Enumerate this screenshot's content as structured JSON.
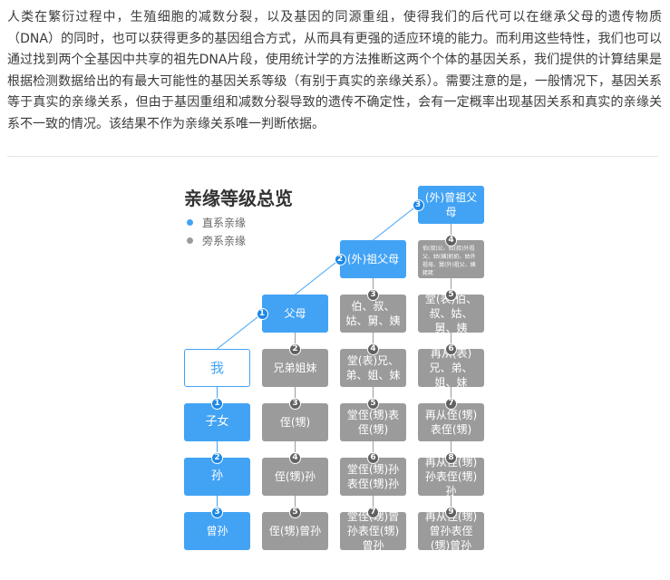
{
  "intro": {
    "text": "人类在繁衍过程中，生殖细胞的减数分裂，以及基因的同源重组，使得我们的后代可以在继承父母的遗传物质（DNA）的同时，也可以获得更多的基因组合方式，从而具有更强的适应环境的能力。而利用这些特性，我们也可以通过找到两个全基因中共享的祖先DNA片段，使用统计学的方法推断这两个个体的基因关系，我们提供的计算结果是根据检测数据给出的有最大可能性的基因关系等级（有别于真实的亲缘关系）。需要注意的是，一般情况下，基因关系等于真实的亲缘关系，但由于基因重组和减数分裂导致的遗传不确定性，会有一定概率出现基因关系和真实的亲缘关系不一致的情况。该结果不作为亲缘关系唯一判断依据。"
  },
  "diagram": {
    "title": "亲缘等级总览",
    "legend": [
      {
        "label": "直系亲缘",
        "color": "#42a3f5"
      },
      {
        "label": "旁系亲缘",
        "color": "#9b9b9b"
      }
    ],
    "colors": {
      "direct": "#42a3f5",
      "collateral": "#9b9b9b"
    },
    "columns": [
      {
        "nodes": [
          {
            "label": "我",
            "kind": "self",
            "badge": ""
          },
          {
            "label": "子女",
            "kind": "direct",
            "badge": "1"
          },
          {
            "label": "孙",
            "kind": "direct",
            "badge": "2"
          },
          {
            "label": "曾孙",
            "kind": "direct",
            "badge": "3"
          }
        ]
      },
      {
        "nodes": [
          {
            "label": "父母",
            "kind": "direct",
            "badge": "1"
          },
          {
            "label": "兄弟姐妹",
            "kind": "collateral",
            "badge": "2"
          },
          {
            "label": "侄(甥)",
            "kind": "collateral",
            "badge": "3"
          },
          {
            "label": "侄(甥)孙",
            "kind": "collateral",
            "badge": "4"
          },
          {
            "label": "侄(甥)曾孙",
            "kind": "collateral",
            "badge": "5"
          }
        ]
      },
      {
        "nodes": [
          {
            "label": "(外)祖父母",
            "kind": "direct",
            "badge": "2"
          },
          {
            "label": "伯、叔、姑、舅、姨",
            "kind": "collateral",
            "badge": "3"
          },
          {
            "label": "堂(表)兄、弟、姐、妹",
            "kind": "collateral",
            "badge": "4"
          },
          {
            "label": "堂侄(甥)表侄(甥)",
            "kind": "collateral",
            "badge": "5"
          },
          {
            "label": "堂侄(甥)孙表侄(甥)孙",
            "kind": "collateral",
            "badge": "6"
          },
          {
            "label": "堂侄(甥)曾孙表侄(甥)曾孙",
            "kind": "collateral",
            "badge": "7"
          }
        ]
      },
      {
        "nodes": [
          {
            "label": "(外)曾祖父母",
            "kind": "direct",
            "badge": "3"
          },
          {
            "label": "伯(叔)公、伯(叔)外祖父、姑(姨)奶奶、姑外祖母、舅(外)祖父、姨姥姥",
            "kind": "collateral",
            "badge": "4"
          },
          {
            "label": "堂(表)伯、叔、姑、舅、姨",
            "kind": "collateral",
            "badge": "5"
          },
          {
            "label": "再从(表)兄、弟、姐、妹",
            "kind": "collateral",
            "badge": "6"
          },
          {
            "label": "再从侄(甥)表侄(甥)",
            "kind": "collateral",
            "badge": "7"
          },
          {
            "label": "再从侄(甥)孙表侄(甥)孙",
            "kind": "collateral",
            "badge": "8"
          },
          {
            "label": "再从侄(甥)曾孙表侄(甥)曾孙",
            "kind": "collateral",
            "badge": "9"
          }
        ]
      }
    ]
  }
}
